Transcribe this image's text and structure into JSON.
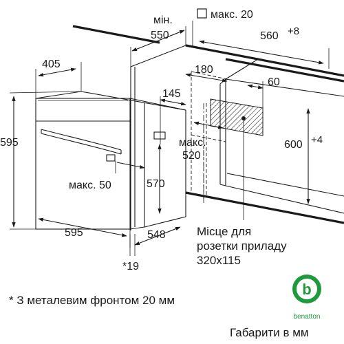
{
  "dimensions": {
    "min_label": "мін.",
    "niche_depth_min": "550",
    "max_label_box": "макс. 20",
    "niche_width": "560",
    "niche_width_tol": "+8",
    "oven_depth_top": "405",
    "oven_height": "595",
    "socket_offset_top": "180",
    "socket_width_top": "60",
    "front_panel_depth": "145",
    "niche_depth_max_label": "макс.",
    "niche_depth_max": "520",
    "niche_height": "600",
    "niche_height_tol": "+4",
    "oven_body_height": "570",
    "handle_max": "макс. 50",
    "oven_width": "595",
    "oven_body_depth": "548",
    "front_footnote_mark": "*19"
  },
  "socket_caption": {
    "line1": "Місце для",
    "line2": "розетки приладу",
    "line3": "320x115"
  },
  "footnote": "* З металевим фронтом 20 мм",
  "units_caption": "Габарити в мм",
  "logo": {
    "text": "benatton",
    "letter": "b",
    "colors": {
      "ring": "#1e9a3c",
      "inner": "#ffffff",
      "text": "#1e9a3c"
    }
  }
}
